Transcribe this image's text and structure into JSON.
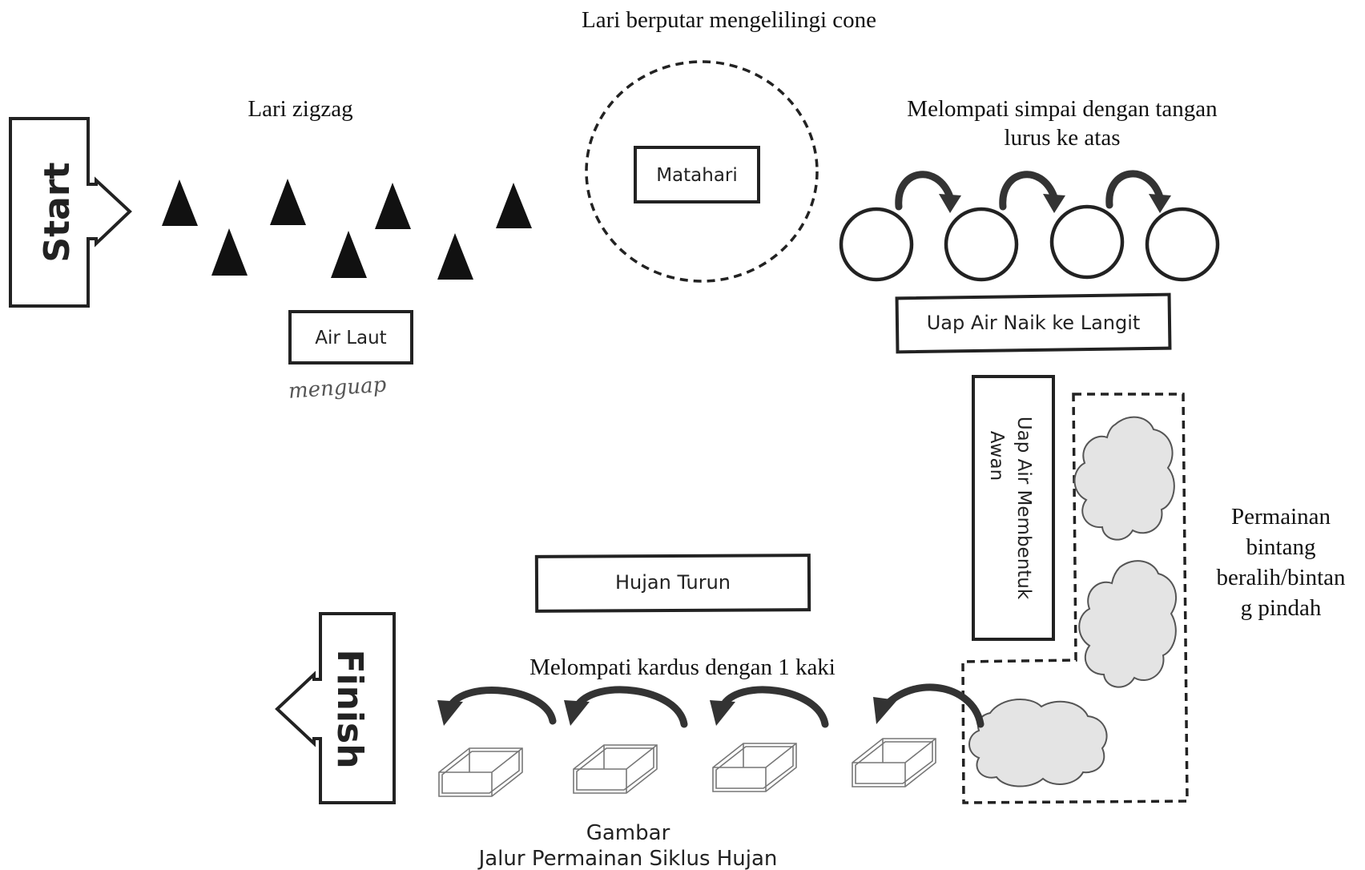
{
  "start_label": "Start",
  "finish_label": "Finish",
  "zigzag_label": "Lari zigzag",
  "circle_run_label": "Lari berputar mengelilingi cone",
  "hoop_label_line1": "Melompati simpai dengan tangan",
  "hoop_label_line2": "lurus ke atas",
  "sun_label": "Matahari",
  "sea_label": "Air Laut",
  "handwritten_note": "menguap",
  "vapor_up_label": "Uap Air Naik ke Langit",
  "cloud_form_line1": "Uap Air Membentuk",
  "cloud_form_line2": "Awan",
  "star_game_line1": "Permainan",
  "star_game_line2": "bintang",
  "star_game_line3": "beralih/bintan",
  "star_game_line4": "g pindah",
  "rain_label": "Hujan Turun",
  "box_jump_label": "Melompati kardus dengan 1 kaki",
  "caption_line1": "Gambar",
  "caption_line2": "Jalur Permainan Siklus Hujan",
  "colors": {
    "ink": "#111111",
    "cloud_fill": "#e4e4e4"
  }
}
